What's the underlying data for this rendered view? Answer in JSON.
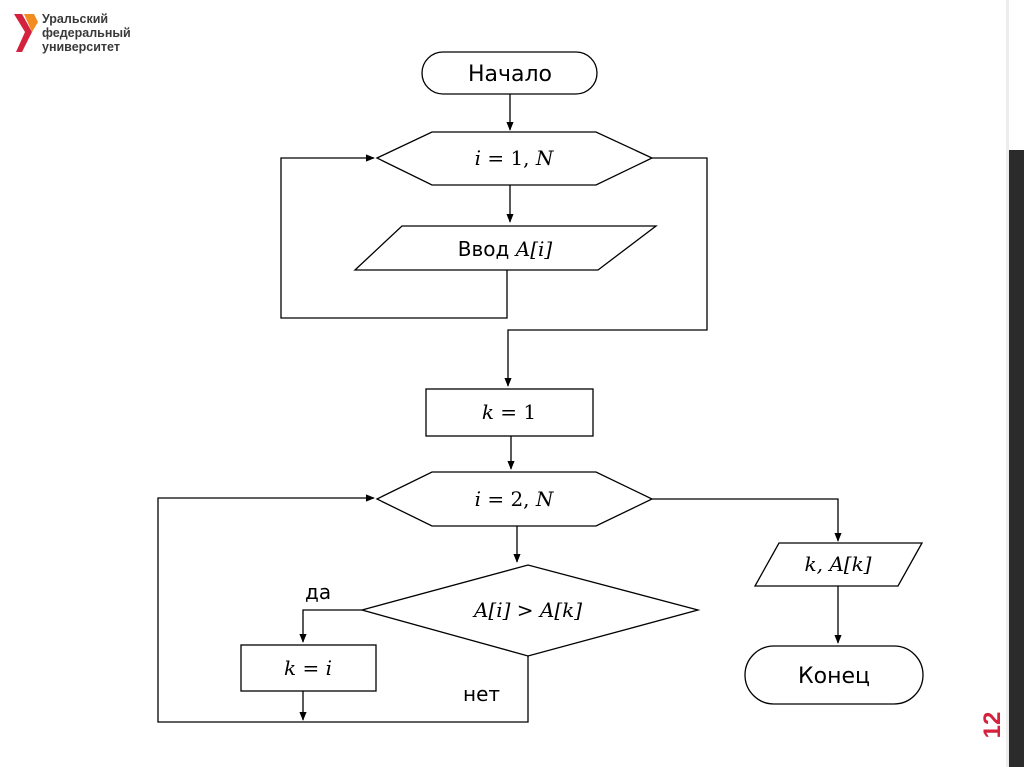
{
  "logo": {
    "line1": "Уральский",
    "line2": "федеральный",
    "line3": "университет",
    "colors": {
      "red": "#d4213d",
      "orange": "#f28b22",
      "text": "#3a3a3a"
    }
  },
  "page_number": "12",
  "flowchart": {
    "start": "Начало",
    "loop1": {
      "i": "i",
      "eq": " = 1, ",
      "n": "N"
    },
    "input": {
      "word": "Ввод ",
      "a": "A",
      "idx": "[i]"
    },
    "assign_k": {
      "k": "k",
      "eq": " = 1"
    },
    "loop2": {
      "i": "i",
      "eq": " = 2, ",
      "n": "N"
    },
    "condition": "A[i] > A[k]",
    "yes_label": "да",
    "no_label": "нет",
    "assign_ki": "k = i",
    "output": "k, A[k]",
    "end": "Конец"
  }
}
